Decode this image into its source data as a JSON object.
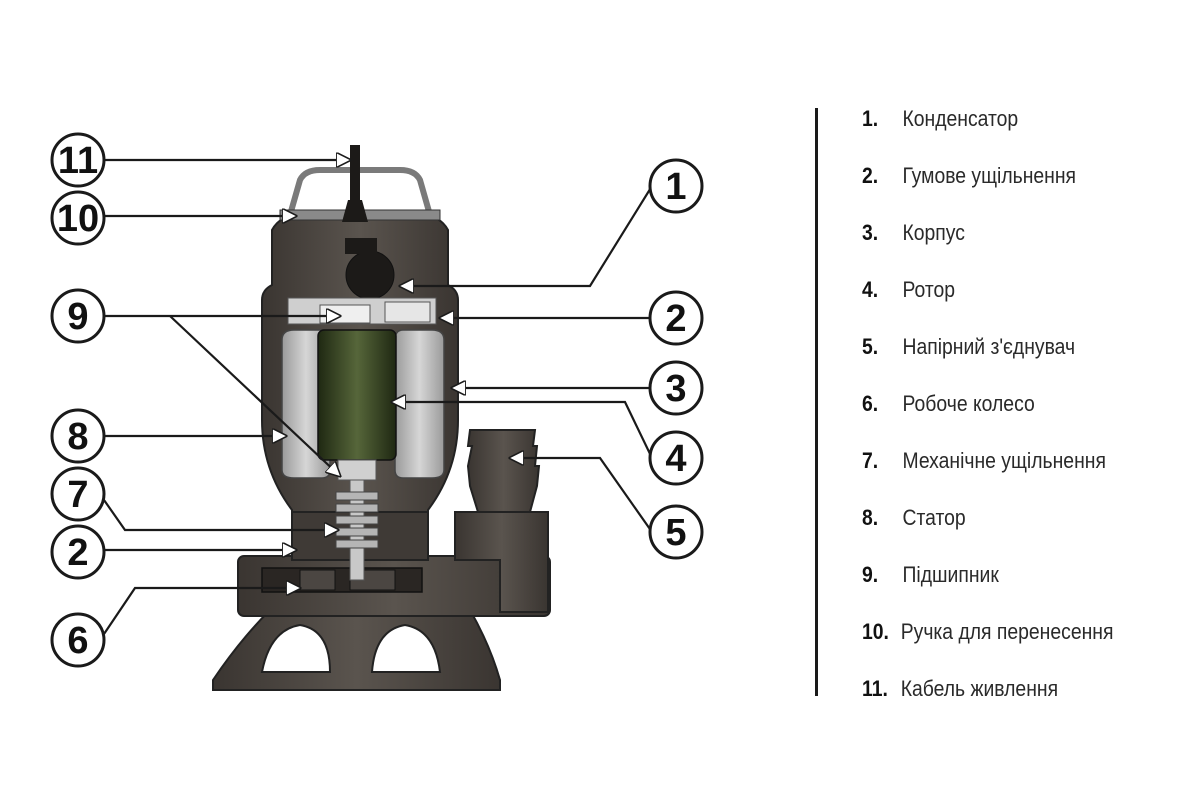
{
  "callouts": [
    {
      "n": "1"
    },
    {
      "n": "2"
    },
    {
      "n": "3"
    },
    {
      "n": "4"
    },
    {
      "n": "5"
    },
    {
      "n": "6"
    },
    {
      "n": "7"
    },
    {
      "n": "8"
    },
    {
      "n": "9"
    },
    {
      "n": "10"
    },
    {
      "n": "11"
    }
  ],
  "legend": [
    {
      "num": "1.",
      "label": "Конденсатор"
    },
    {
      "num": "2.",
      "label": "Гумове ущільнення"
    },
    {
      "num": "3.",
      "label": "Корпус"
    },
    {
      "num": "4.",
      "label": "Ротор"
    },
    {
      "num": "5.",
      "label": "Напірний з'єднувач"
    },
    {
      "num": "6.",
      "label": "Робоче колесо"
    },
    {
      "num": "7.",
      "label": "Механічне ущільнення"
    },
    {
      "num": "8.",
      "label": "Статор"
    },
    {
      "num": "9.",
      "label": "Підшипник"
    },
    {
      "num": "10.",
      "label": "Ручка для перенесення"
    },
    {
      "num": "11.",
      "label": "Кабель живлення"
    }
  ],
  "colors": {
    "body": "#4a4540",
    "body_dark": "#2f2b28",
    "stator": "#bdbdbd",
    "rotor": "#3c4a24",
    "shaft": "#c8c8c8",
    "line": "#1a1a1a"
  }
}
